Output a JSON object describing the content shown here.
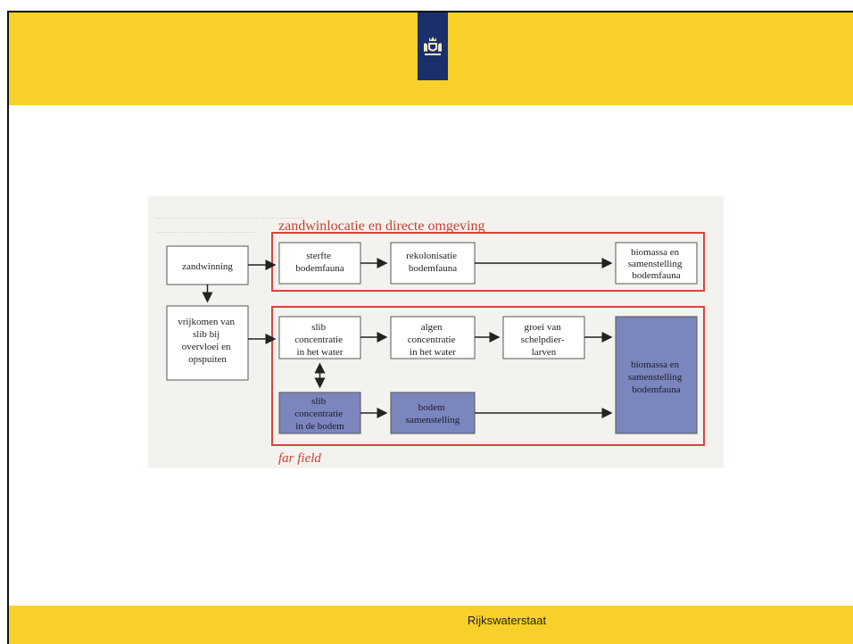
{
  "header": {
    "logo_icon": "dutch-coat-of-arms-icon",
    "bar_color": "#f8d02a",
    "logo_color": "#1b2f6b"
  },
  "footer": {
    "label": "Rijkswaterstaat"
  },
  "diagram": {
    "zone_top_label": "zandwinlocatie en directe omgeving",
    "zone_bottom_label": "far field",
    "nodes": {
      "zandwinning": [
        "zandwinning"
      ],
      "vrijkomen": [
        "vrijkomen van",
        "slib bij",
        "overvloei en",
        "opspuiten"
      ],
      "sterfte": [
        "sterfte",
        "bodemfauna"
      ],
      "rekolonisatie": [
        "rekolonisatie",
        "bodemfauna"
      ],
      "biomassa_top": [
        "biomassa en",
        "samenstelling",
        "bodemfauna"
      ],
      "slib_water": [
        "slib",
        "concentratie",
        "in het water"
      ],
      "algen": [
        "algen",
        "concentratie",
        "in het water"
      ],
      "groei": [
        "groei van",
        "schelpdier-",
        "larven"
      ],
      "biomassa_bottom": [
        "biomassa en",
        "samenstelling",
        "bodemfauna"
      ],
      "slib_bodem": [
        "slib",
        "concentratie",
        "in de bodem"
      ],
      "bodem": [
        "bodem",
        "samenstelling"
      ]
    },
    "colors": {
      "zone_border": "#d8453a",
      "zone_text": "#c9402f",
      "filled_box": "#7b86bd",
      "box_border": "#555555"
    }
  }
}
